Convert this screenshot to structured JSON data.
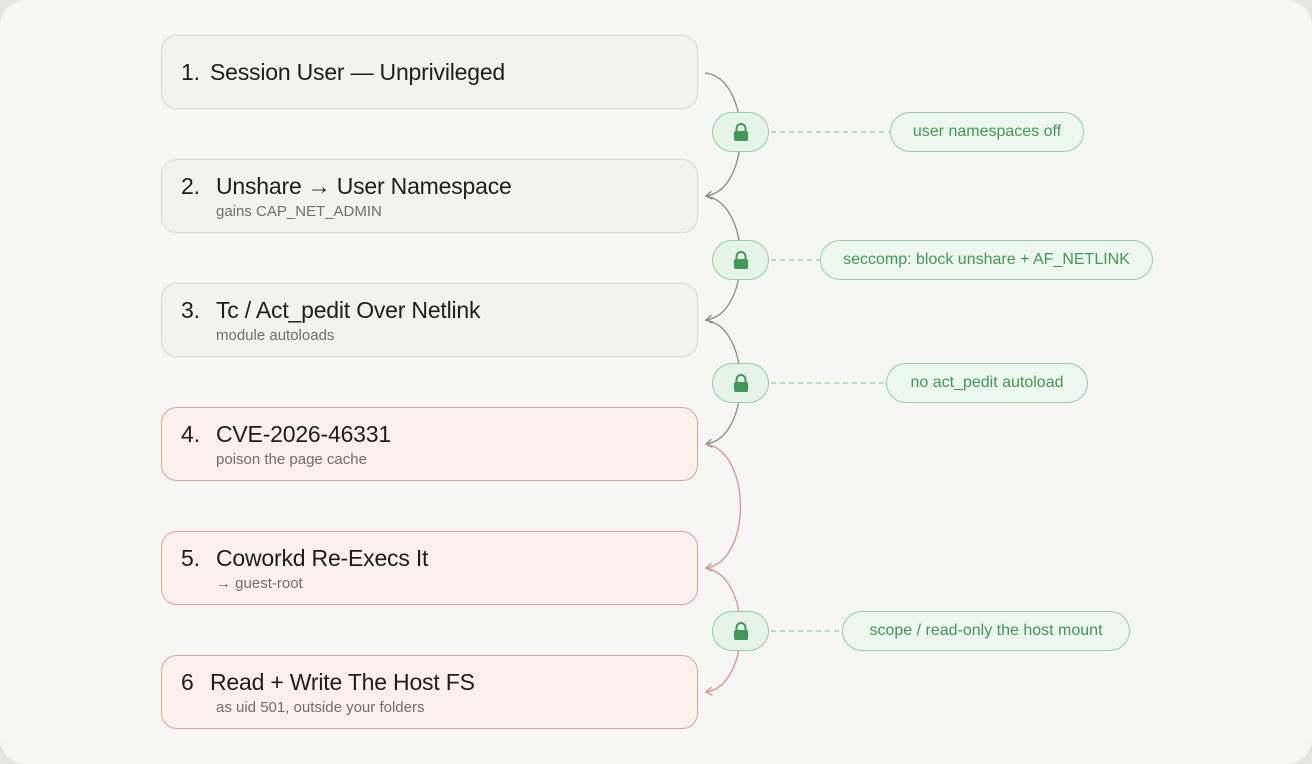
{
  "steps": [
    {
      "num": "1.",
      "title": "Session User — Unprivileged",
      "sub": "",
      "danger": false
    },
    {
      "num": "2.",
      "title": "Unshare → User Namespace",
      "sub": "gains CAP_NET_ADMIN",
      "danger": false
    },
    {
      "num": "3.",
      "title": "Tc / Act_pedit Over Netlink",
      "sub": "module autoloads",
      "danger": false
    },
    {
      "num": "4.",
      "title": "CVE-2026-46331",
      "sub": "poison the page cache",
      "danger": true
    },
    {
      "num": "5.",
      "title": "Coworkd Re-Execs It",
      "sub": "→ guest-root",
      "danger": true
    },
    {
      "num": "6",
      "title": "Read + Write The Host FS",
      "sub": "as uid 501, outside your folders",
      "danger": true
    }
  ],
  "mitigations": [
    {
      "icon": "lock-icon",
      "label": "user namespaces off"
    },
    {
      "icon": "lock-icon",
      "label": "seccomp: block unshare + AF_NETLINK"
    },
    {
      "icon": "lock-icon",
      "label": "no act_pedit autoload"
    },
    {
      "icon": "lock-icon",
      "label": "scope / read-only the host mount"
    }
  ],
  "colors": {
    "neutral_connector": "#8a8a86",
    "danger_connector": "#d9948a",
    "mitigation_green": "#3f9a56",
    "mitigation_border": "#8fd19f"
  }
}
